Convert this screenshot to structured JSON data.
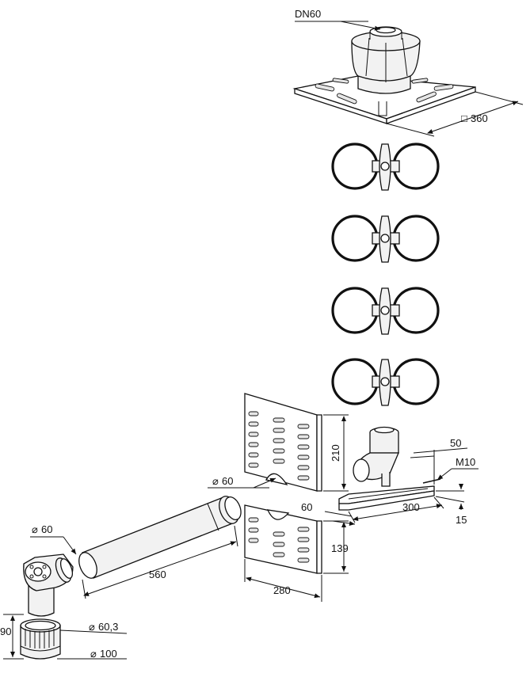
{
  "labels": {
    "dn60": "DN60",
    "square360": "360",
    "h210": "210",
    "w50": "50",
    "m10": "M10",
    "d60_mid": "60",
    "l300": "300",
    "h15": "15",
    "w60_bracket": "60",
    "d60_left": "60",
    "l560": "560",
    "h139": "139",
    "w280": "280",
    "h90": "90",
    "d60_3": "60,3",
    "d100": "100"
  },
  "symbols": {
    "diameter": "⌀",
    "square": "□"
  }
}
